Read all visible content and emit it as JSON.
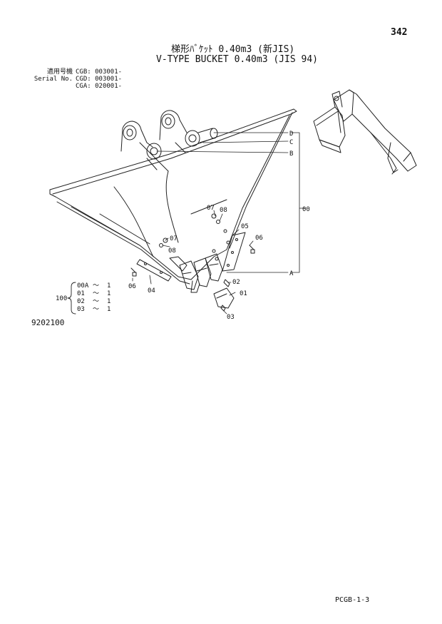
{
  "page_number": "342",
  "title_jp": "梯形ﾊﾞｹｯﾄ 0.40m3 (新JIS)",
  "title_en": "V-TYPE BUCKET 0.40m3 (JIS 94)",
  "serial": [
    {
      "label": "適用号機",
      "model": "CGB:",
      "number": "003001-"
    },
    {
      "label": "Serial No.",
      "model": "CGD:",
      "number": "003001-"
    },
    {
      "label": "",
      "model": "CGA:",
      "number": "020001-"
    }
  ],
  "callouts": {
    "d": "D",
    "c": "C",
    "b": "B",
    "a": "A",
    "assembly": "00",
    "p01": "01",
    "p02": "02",
    "p03": "03",
    "p04": "04",
    "p05": "05",
    "p06a": "06",
    "p06b": "06",
    "p07a": "07",
    "p07b": "07",
    "p08a": "08",
    "p08b": "08"
  },
  "qty_table": {
    "group": "100",
    "rows": [
      {
        "part": "00A",
        "tilde": "～",
        "qty": "1"
      },
      {
        "part": "01",
        "tilde": "～",
        "qty": "1"
      },
      {
        "part": "02",
        "tilde": "～",
        "qty": "1"
      },
      {
        "part": "03",
        "tilde": "～",
        "qty": "1"
      }
    ]
  },
  "catalog_number": "9202100",
  "footer_code": "PCGB-1-3"
}
